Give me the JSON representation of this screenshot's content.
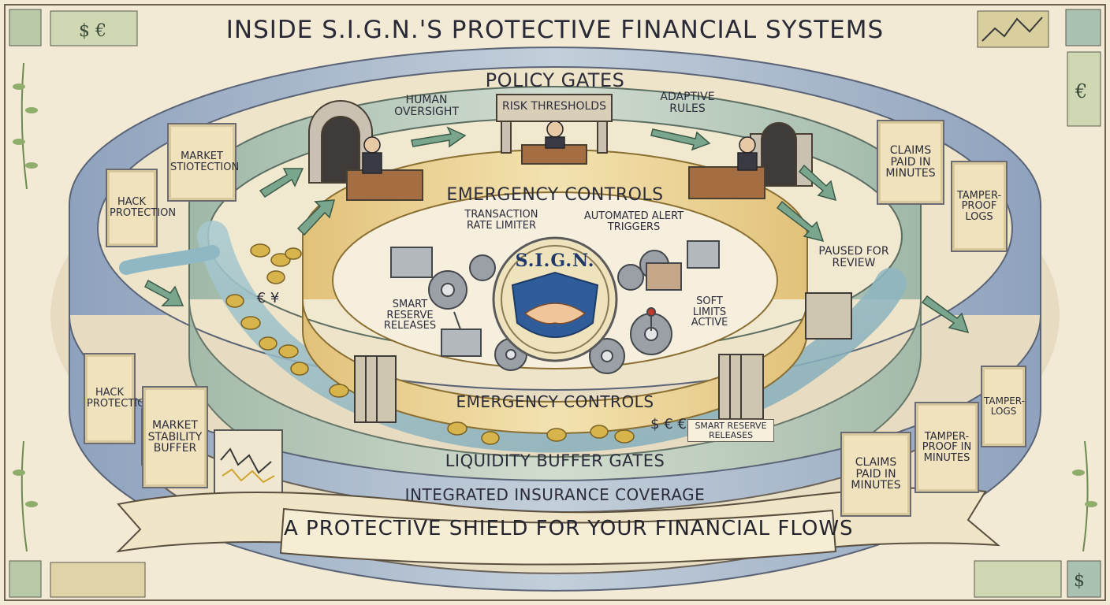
{
  "title": "INSIDE S.I.G.N.'s PROTECTIVE FINANCIAL SYSTEMS",
  "seal": {
    "text": "S.I.G.N."
  },
  "rings": {
    "policy_gates": "POLICY GATES",
    "emergency_controls_top": "EMERGENCY CONTROLS",
    "emergency_controls_bottom": "EMERGENCY CONTROLS",
    "liquidity_buffer_gates": "LIQUIDITY BUFFER GATES",
    "integrated_insurance": "INTEGRATED INSURANCE COVERAGE"
  },
  "policy_labels": {
    "human_oversight": "HUMAN OVERSIGHT",
    "risk_thresholds": "RISK THRESHOLDS",
    "adaptive_rules": "ADAPTIVE RULES",
    "paused_for_review": "PAUSED FOR REVIEW"
  },
  "control_labels": {
    "transaction_rate_limiter": "TRANSACTION RATE LIMITER",
    "automated_alert_triggers": "AUTOMATED ALERT TRIGGERS",
    "smart_reserve_releases": "SMART RESERVE RELEASES",
    "soft_limits_active": "SOFT LIMITS ACTIVE",
    "smart_reserve_tag": "SMART RESERVE RELEASES"
  },
  "currency_text": {
    "left": "€ ¥",
    "bottom": "$ € €"
  },
  "wall_panels": {
    "back_left_1": "HACK PROTECTION",
    "back_left_2": "MARKET STIOTECTION",
    "back_right_1": "CLAIMS PAID IN MINUTES",
    "back_right_2": "TAMPER-PROOF LOGS",
    "front_left_1": "HACK PROTECTION",
    "front_left_2": "MARKET STABILITY BUFFER",
    "front_right_1": "CLAIMS PAID IN MINUTES",
    "front_right_2": "TAMPER-PROOF IN MINUTES",
    "front_right_3": "TAMPER-LOGS"
  },
  "banner": "A PROTECTIVE SHIELD FOR YOUR FINANCIAL FLOWS",
  "colors": {
    "parchment": "#f3ead6",
    "outer_wall": "#a9b6c8",
    "middle_ring": "#b7c9bd",
    "inner_ring": "#e9cf8e",
    "water": "#8fb8c4",
    "coin": "#d7b44c",
    "seal_blue": "#2f5d9a",
    "arrow_green": "#7aa68e"
  }
}
